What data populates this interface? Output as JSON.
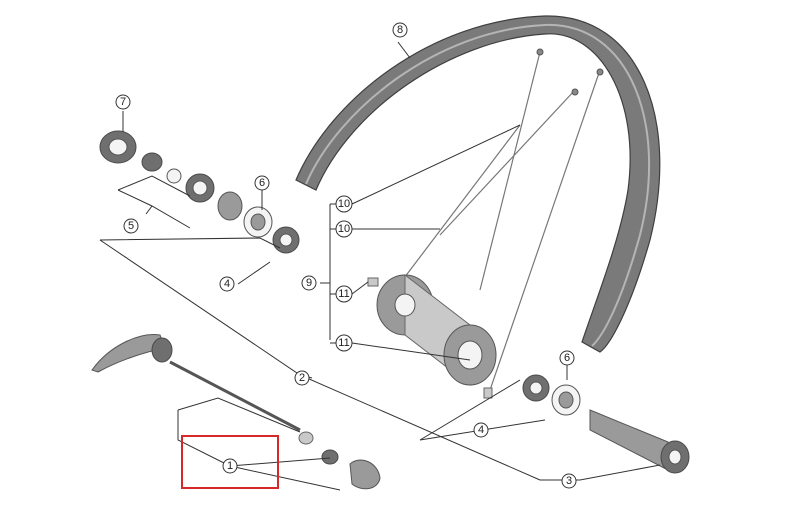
{
  "callouts": [
    {
      "id": "c1",
      "label": "1"
    },
    {
      "id": "c2",
      "label": "2"
    },
    {
      "id": "c3",
      "label": "3"
    },
    {
      "id": "c4a",
      "label": "4"
    },
    {
      "id": "c4b",
      "label": "4"
    },
    {
      "id": "c5",
      "label": "5"
    },
    {
      "id": "c6a",
      "label": "6"
    },
    {
      "id": "c6b",
      "label": "6"
    },
    {
      "id": "c7",
      "label": "7"
    },
    {
      "id": "c8",
      "label": "8"
    },
    {
      "id": "c9",
      "label": "9"
    },
    {
      "id": "c10a",
      "label": "10"
    },
    {
      "id": "c10b",
      "label": "10"
    },
    {
      "id": "c11a",
      "label": "11"
    },
    {
      "id": "c11b",
      "label": "11"
    }
  ],
  "highlight": {
    "target_label": "1",
    "color": "#d62828"
  },
  "colors": {
    "line": "#333333",
    "part": "#8a8a8a",
    "rim": "#6a6a6a"
  }
}
